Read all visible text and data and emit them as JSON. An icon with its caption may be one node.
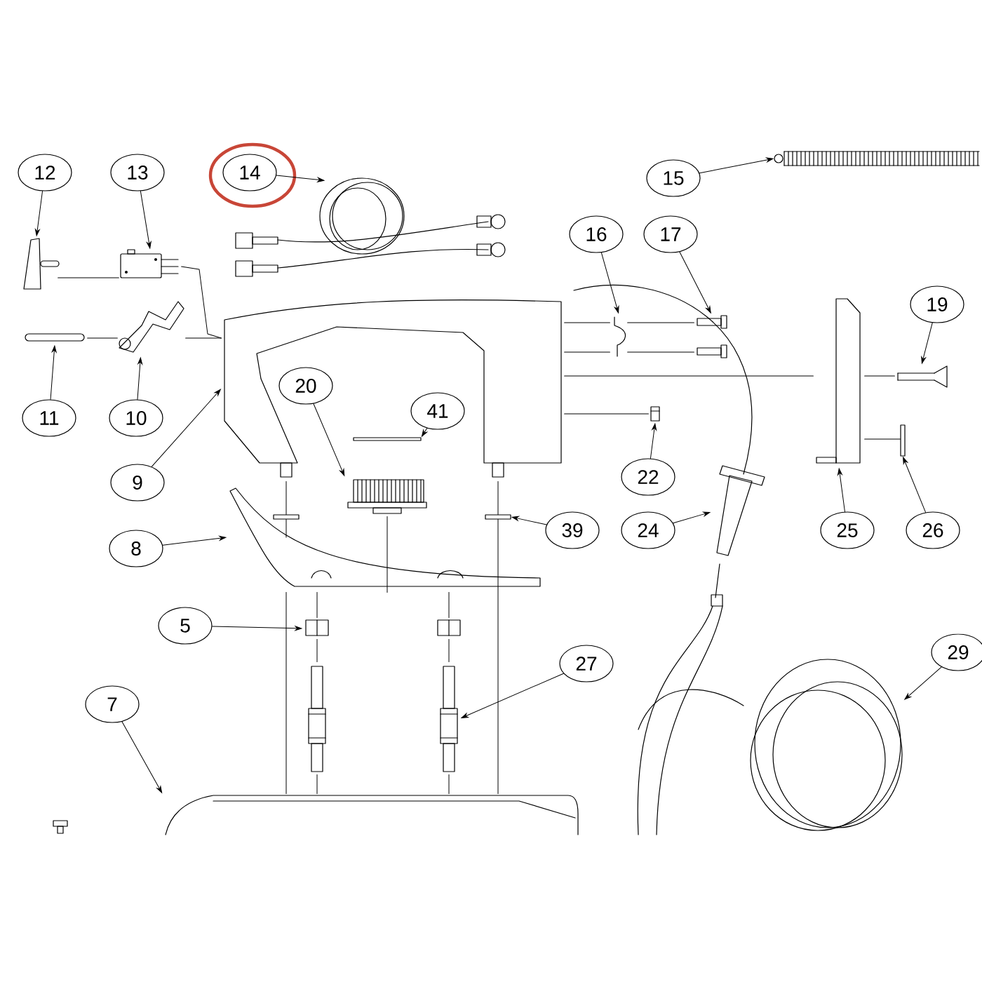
{
  "diagram": {
    "nodes": [
      {
        "text": [
          "12"
        ]
      },
      {
        "text": [
          "13"
        ]
      },
      {
        "text": [
          "14"
        ]
      },
      {
        "text": [
          "15"
        ]
      },
      {
        "text": [
          "16"
        ]
      },
      {
        "text": [
          "17"
        ]
      },
      {
        "text": [
          "19"
        ]
      },
      {
        "text": [
          "11"
        ]
      },
      {
        "text": [
          "10"
        ]
      },
      {
        "text": [
          "20"
        ]
      },
      {
        "text": [
          "41"
        ]
      },
      {
        "text": [
          "9"
        ]
      },
      {
        "text": [
          "22"
        ]
      },
      {
        "text": [
          "39"
        ]
      },
      {
        "text": [
          "24"
        ]
      },
      {
        "text": [
          "25"
        ]
      },
      {
        "text": [
          "26"
        ]
      },
      {
        "text": [
          "8"
        ]
      },
      {
        "text": [
          "5"
        ]
      },
      {
        "text": [
          "27"
        ]
      },
      {
        "text": [
          "7"
        ]
      },
      {
        "text": [
          "29"
        ]
      },
      {
        "text": [],
        "shape": "picture"
      },
      {
        "text": [],
        "shape": "picture"
      },
      {
        "text": [],
        "shape": "picture"
      },
      {
        "text": [],
        "shape": "picture"
      },
      {
        "text": [],
        "shape": "picture"
      },
      {
        "text": [],
        "shape": "picture"
      },
      {
        "text": [],
        "shape": "picture"
      },
      {
        "text": [],
        "shape": "picture"
      },
      {
        "text": [],
        "shape": "picture"
      },
      {
        "text": [],
        "shape": "picture"
      },
      {
        "text": [],
        "shape": "bar"
      },
      {
        "text": [],
        "shape": "picture"
      },
      {
        "text": [],
        "shape": "picture"
      },
      {
        "text": [],
        "shape": "bar"
      },
      {
        "text": [],
        "shape": "picture"
      },
      {
        "text": [],
        "shape": "picture"
      },
      {
        "text": [],
        "shape": "bar"
      },
      {
        "text": [],
        "shape": "picture"
      },
      {
        "text": [],
        "shape": "picture"
      },
      {
        "text": [],
        "shape": "picture"
      },
      {
        "text": [],
        "shape": "picture"
      },
      {
        "text": [],
        "shape": "picture"
      },
      {
        "text": [],
        "shape": "picture"
      },
      {
        "text": [],
        "shape": "picture"
      },
      {
        "text": [],
        "shape": "picture"
      },
      {
        "text": [],
        "shape": "bar"
      }
    ],
    "edges": [
      {
        "from": 0,
        "to": 22,
        "arrow": "to"
      },
      {
        "from": 1,
        "to": 23,
        "arrow": "to"
      },
      {
        "from": 2,
        "to": 24,
        "arrow": "to"
      },
      {
        "from": 3,
        "to": 25,
        "arrow": "to"
      },
      {
        "from": 4,
        "to": 26,
        "arrow": "to"
      },
      {
        "from": 5,
        "to": 27,
        "arrow": "to"
      },
      {
        "from": 6,
        "to": 28,
        "arrow": "to"
      },
      {
        "from": 7,
        "to": 29,
        "arrow": "to"
      },
      {
        "from": 8,
        "to": 30,
        "arrow": "to"
      },
      {
        "from": 9,
        "to": 31,
        "arrow": "to"
      },
      {
        "from": 10,
        "to": 32,
        "arrow": "to"
      },
      {
        "from": 11,
        "to": 33,
        "arrow": "to"
      },
      {
        "from": 12,
        "to": 34,
        "arrow": "to"
      },
      {
        "from": 13,
        "to": 35,
        "arrow": "to"
      },
      {
        "from": 14,
        "to": 36,
        "arrow": "to"
      },
      {
        "from": 15,
        "to": 37,
        "arrow": "to"
      },
      {
        "from": 16,
        "to": 38,
        "arrow": "to"
      },
      {
        "from": 17,
        "to": 39,
        "arrow": "to"
      },
      {
        "from": 18,
        "to": 40,
        "arrow": "to"
      },
      {
        "from": 19,
        "to": 41,
        "arrow": "to"
      },
      {
        "from": 20,
        "to": 42,
        "arrow": "to"
      },
      {
        "from": 21,
        "to": 43,
        "arrow": "to"
      },
      {
        "from": 22,
        "to": 23,
        "arrow": "none"
      },
      {
        "from": 23,
        "to": 33,
        "arrow": "none"
      },
      {
        "from": 29,
        "to": 30,
        "arrow": "none"
      },
      {
        "from": 30,
        "to": 33,
        "arrow": "none"
      },
      {
        "from": 33,
        "to": 26,
        "arrow": "none"
      },
      {
        "from": 26,
        "to": 27,
        "arrow": "none"
      },
      {
        "from": 33,
        "to": 26,
        "arrow": "none"
      },
      {
        "from": 26,
        "to": 44,
        "arrow": "none"
      },
      {
        "from": 33,
        "to": 37,
        "arrow": "none"
      },
      {
        "from": 37,
        "to": 28,
        "arrow": "none"
      },
      {
        "from": 33,
        "to": 34,
        "arrow": "none"
      },
      {
        "from": 37,
        "to": 38,
        "arrow": "none"
      },
      {
        "from": 33,
        "to": 47,
        "arrow": "none"
      },
      {
        "from": 47,
        "to": 39,
        "arrow": "none"
      },
      {
        "from": 33,
        "to": 35,
        "arrow": "none"
      },
      {
        "from": 35,
        "to": 42,
        "arrow": "none"
      },
      {
        "from": 31,
        "to": 39,
        "arrow": "none"
      },
      {
        "from": 39,
        "to": 40,
        "arrow": "none"
      },
      {
        "from": 40,
        "to": 46,
        "arrow": "none"
      },
      {
        "from": 46,
        "to": 42,
        "arrow": "none"
      },
      {
        "from": 39,
        "to": 45,
        "arrow": "none"
      },
      {
        "from": 45,
        "to": 41,
        "arrow": "none"
      },
      {
        "from": 41,
        "to": 42,
        "arrow": "none"
      },
      {
        "from": 39,
        "to": 42,
        "arrow": "none"
      }
    ]
  }
}
